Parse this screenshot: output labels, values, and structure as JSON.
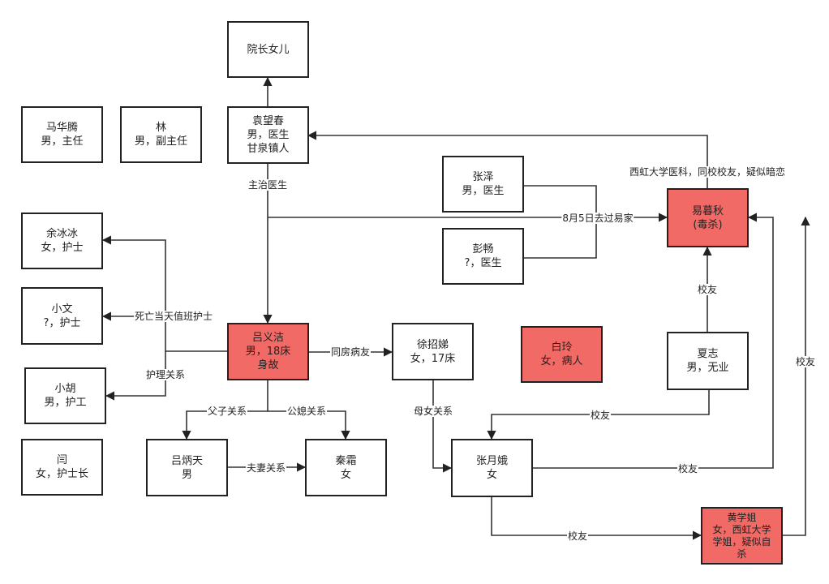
{
  "nodes": {
    "yuanzhang_nver": [
      "院长女儿"
    ],
    "ma_huateng": [
      "马华腾",
      "男，主任"
    ],
    "lin": [
      "林",
      "男，副主任"
    ],
    "yuan_wangchun": [
      "袁望春",
      "男，医生",
      "甘泉镇人"
    ],
    "zhang_ze": [
      "张泽",
      "男，医生"
    ],
    "peng_chang": [
      "彭畅",
      "?，医生"
    ],
    "yi_muqiu": [
      "易暮秋",
      "(毒杀)"
    ],
    "yu_bingbing": [
      "余冰冰",
      "女，护士"
    ],
    "xiao_wen": [
      "小文",
      "?，护士"
    ],
    "xiao_hu": [
      "小胡",
      "男，护工"
    ],
    "yan": [
      "闫",
      "女，护士长"
    ],
    "lv_yijie": [
      "吕义洁",
      "男，18床",
      "身故"
    ],
    "xu_zhaodi": [
      "徐招娣",
      "女，17床"
    ],
    "bai_ling": [
      "白玲",
      "女，病人"
    ],
    "xia_zhi": [
      "夏志",
      "男，无业"
    ],
    "lv_bingtian": [
      "吕炳天",
      "男"
    ],
    "qin_shuang": [
      "秦霜",
      "女"
    ],
    "zhang_yuee": [
      "张月娥",
      "女"
    ],
    "huang_xuejie": [
      "黄学姐",
      "女，西虹大学",
      "学姐，疑似自",
      "杀"
    ]
  },
  "edge_labels": {
    "zhuzhi_yisheng": "主治医生",
    "xihong_tongxiao": "西虹大学医科，同校校友，疑似暗恋",
    "qu_yijia": "8月5日去过易家",
    "siwang_zhiban": "死亡当天值班护士",
    "huli_guanxi": "护理关系",
    "tongfang_bingyou": "同房病友",
    "fuzi_guanxi": "父子关系",
    "gongxi_guanxi": "公媳关系",
    "fuqi_guanxi": "夫妻关系",
    "munv_guanxi": "母女关系",
    "xiaoyou_xiazhi_yi": "校友",
    "xiaoyou_xiazhi_zhang": "校友",
    "xiaoyou_zhang_yi": "校友",
    "xiaoyou_zhang_huang": "校友",
    "xiaoyou_huang_yi": "校友"
  },
  "colors": {
    "highlight": "#f16a66",
    "stroke": "#222222",
    "background": "#ffffff"
  }
}
